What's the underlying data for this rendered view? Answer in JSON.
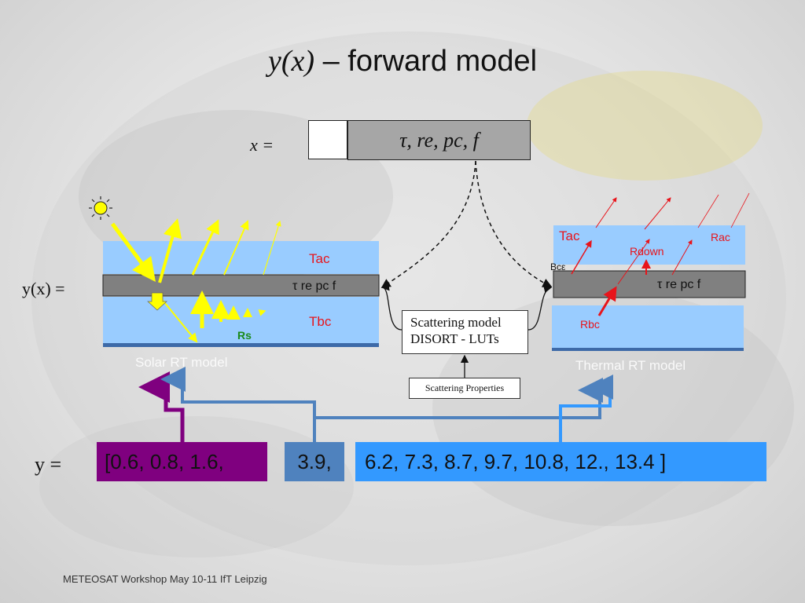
{
  "title": {
    "math": "y(x)",
    "text": " – forward model"
  },
  "state_vector": {
    "label": "x =",
    "content": "τ, re, pc, f"
  },
  "forward_label": "y(x) =",
  "solar_panel": {
    "tac": "Tac",
    "tbc": "Tbc",
    "rs": "Rs",
    "cloud_params": "τ re pc f",
    "caption": "Solar RT model"
  },
  "thermal_panel": {
    "tac": "Tac",
    "rac": "Rac",
    "rdown": "Rdown",
    "rbc": "Rbc",
    "emis": "Bcε",
    "cloud_params": "τ re pc f",
    "caption": "Thermal RT model"
  },
  "scattering_model": {
    "line1": "Scattering model",
    "line2": "DISORT - LUTs"
  },
  "scattering_properties": "Scattering Properties",
  "observations": {
    "label": "y =",
    "solar": "[0.6, 0.8, 1.6,",
    "mid": "3.9,",
    "thermal": "6.2, 7.3, 8.7, 9.7, 10.8, 12., 13.4 ]"
  },
  "footer": "METEOSAT Workshop May 10-11 IfT Leipzig",
  "colors": {
    "solar": "#7f007f",
    "mid": "#4f82be",
    "thermal": "#3399ff",
    "sky": "#99ccff",
    "cloud": "#808080",
    "sun_ray": "#ffff00",
    "thermal_ray": "#e8141b"
  },
  "icons": [
    "sun-icon"
  ]
}
